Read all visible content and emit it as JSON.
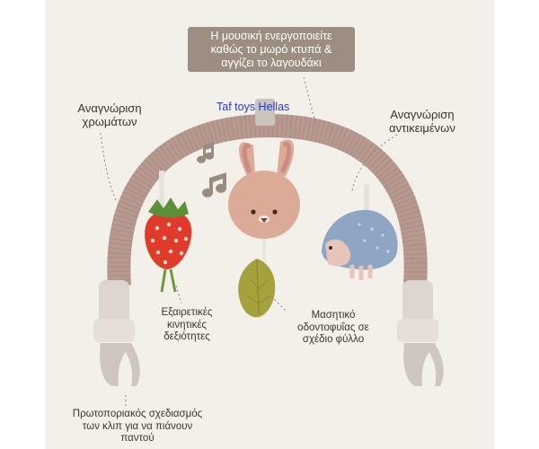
{
  "banner": {
    "text": "Η μουσική ενεργοποιείτε\nκαθώς το μωρό κτυπά &\nαγγίζει το λαγουδάκι"
  },
  "brand": {
    "text": "Taf toys Hellas"
  },
  "labels": {
    "colors": "Αναγνώριση\nχρωμάτων",
    "objects": "Αναγνώριση\nαντικειμένων",
    "motor": "Εξαιρετικές\nκινητικές\nδεξιότητες",
    "teether": "Μασητικό\nοδοντοφυΐας σε\nσχέδιο φύλλο",
    "clips": "Πρωτοποριακός σχεδιασμός\nτων κλιπ για να πιάνουν\nπαντού"
  },
  "colors": {
    "background": "#f3efe9",
    "banner": "#9c8f82",
    "arch": "#b89a90",
    "strawberry": "#e03b2a",
    "leaf": "#a5a23d",
    "hedgehog": "#8ea6c4",
    "bunny": "#dbab98"
  }
}
